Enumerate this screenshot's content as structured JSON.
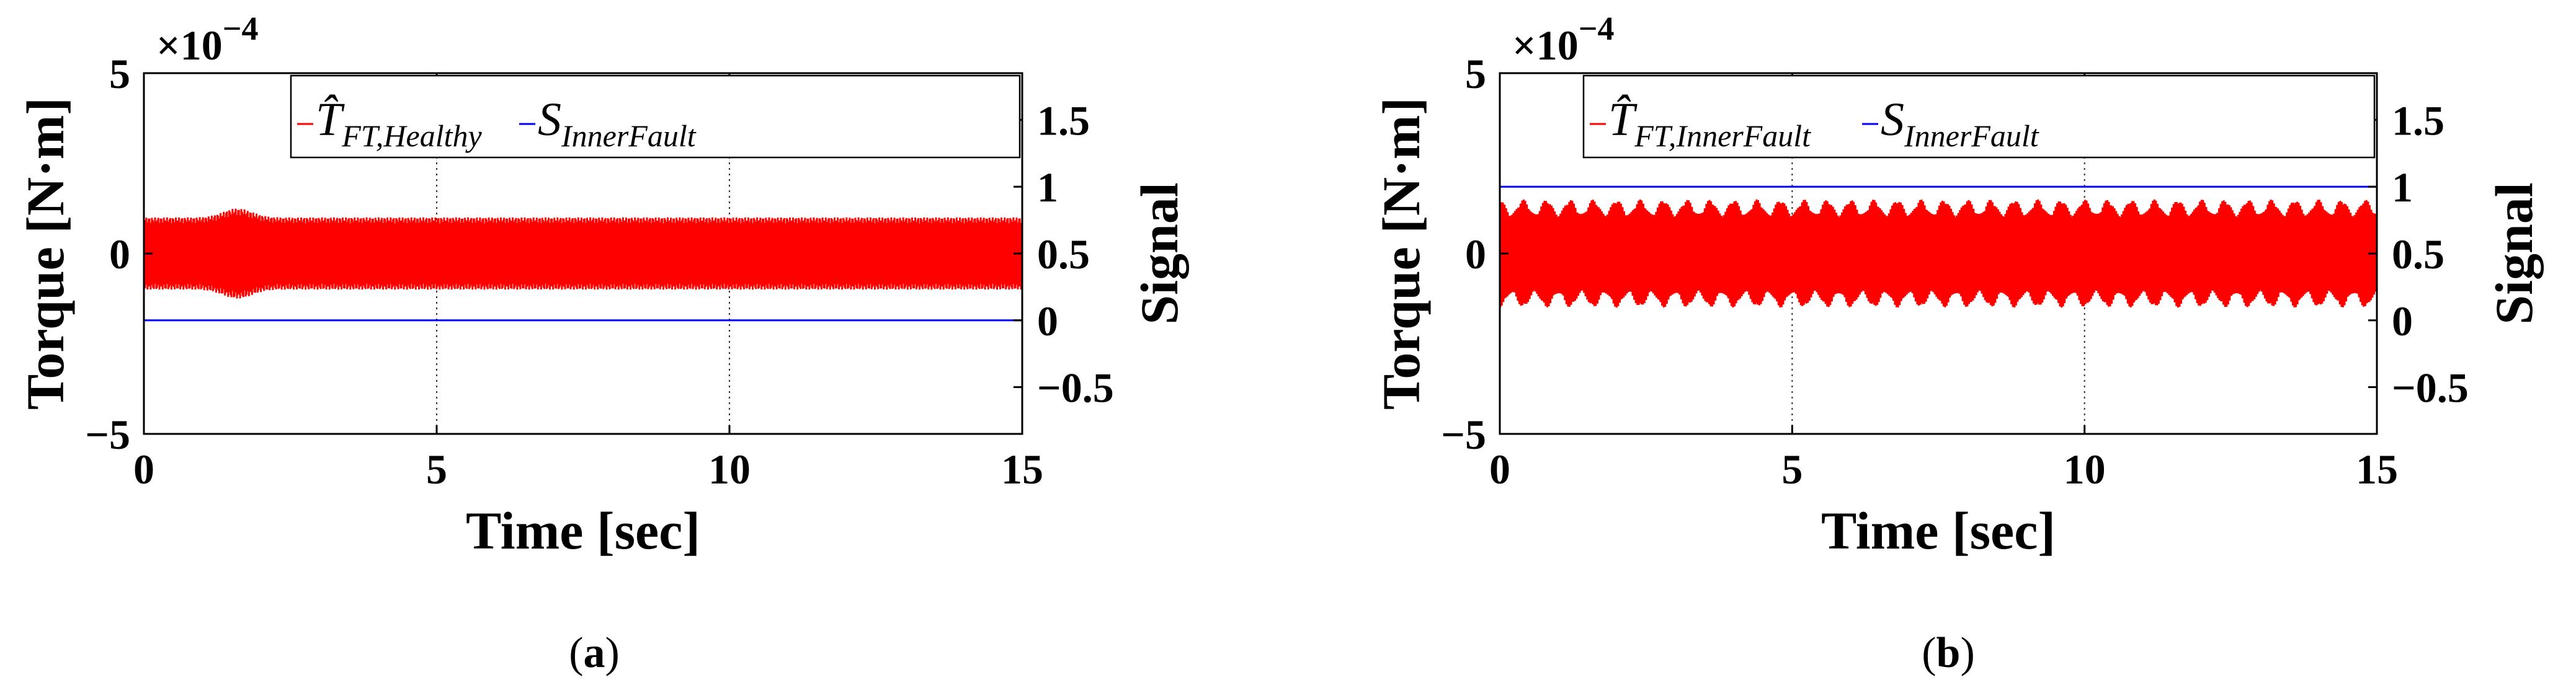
{
  "chart_data": [
    {
      "type": "line",
      "panel_label": "a",
      "xlabel": "Time [sec]",
      "ylabel_left": "Torque [N·m]",
      "ylabel_right": "Signal",
      "exponent_label": "×10",
      "exponent_power": "−4",
      "xlim": [
        0,
        15
      ],
      "ylim_left": [
        -5,
        5
      ],
      "ylim_right": [
        -0.85,
        1.85
      ],
      "x_ticks": [
        "0",
        "5",
        "10",
        "15"
      ],
      "y_ticks_left": [
        "−5",
        "0",
        "5"
      ],
      "y_ticks_right": [
        "−0.5",
        "0",
        "0.5",
        "1",
        "1.5"
      ],
      "grid": "vertical",
      "legend_position": "top-right",
      "series": [
        {
          "name": "T̂",
          "sub": "FT,Healthy",
          "axis": "left",
          "color": "#ff0000",
          "kind": "oscillation",
          "amplitude": 1.0,
          "burst_at": 1.6,
          "burst_amplitude": 1.25
        },
        {
          "name": "S",
          "sub": "InnerFault",
          "axis": "right",
          "color": "#0000ff",
          "kind": "constant",
          "value": 0
        }
      ]
    },
    {
      "type": "line",
      "panel_label": "b",
      "xlabel": "Time [sec]",
      "ylabel_left": "Torque [N·m]",
      "ylabel_right": "Signal",
      "exponent_label": "×10",
      "exponent_power": "−4",
      "xlim": [
        0,
        15
      ],
      "ylim_left": [
        -5,
        5
      ],
      "ylim_right": [
        -0.85,
        1.85
      ],
      "x_ticks": [
        "0",
        "5",
        "10",
        "15"
      ],
      "y_ticks_left": [
        "−5",
        "0",
        "5"
      ],
      "y_ticks_right": [
        "−0.5",
        "0",
        "0.5",
        "1",
        "1.5"
      ],
      "grid": "vertical",
      "legend_position": "top-right",
      "series": [
        {
          "name": "T̂",
          "sub": "FT,InnerFault",
          "axis": "left",
          "color": "#ff0000",
          "kind": "modulated",
          "amplitude": 1.5,
          "min_amplitude": 1.1,
          "modulation_period": 0.4
        },
        {
          "name": "S",
          "sub": "InnerFault",
          "axis": "right",
          "color": "#0000ff",
          "kind": "constant",
          "value": 1
        }
      ]
    }
  ],
  "captions": [
    {
      "open": "(",
      "label": "a",
      "close": ")"
    },
    {
      "open": "(",
      "label": "b",
      "close": ")"
    }
  ]
}
